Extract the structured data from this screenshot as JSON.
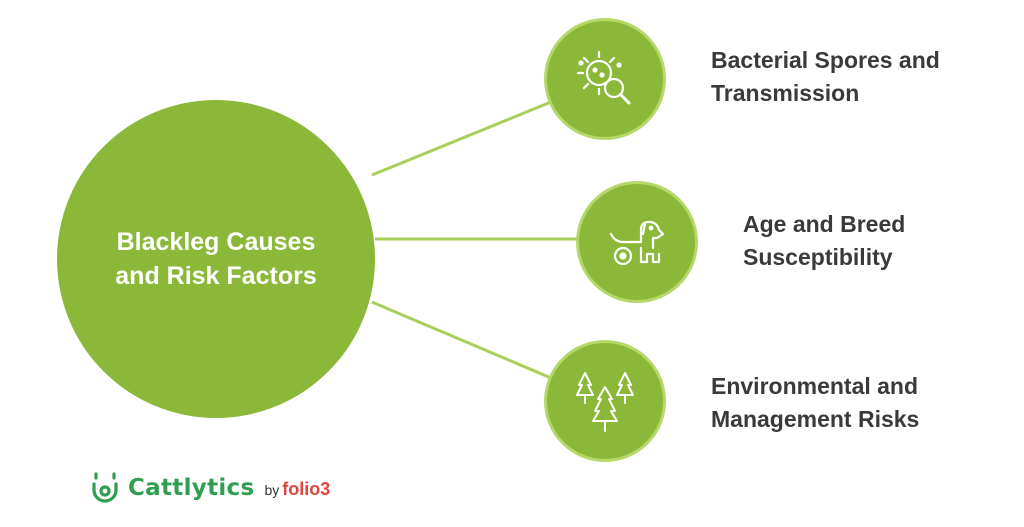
{
  "hub": {
    "title": "Blackleg Causes\nand Risk Factors"
  },
  "nodes": [
    {
      "label": "Bacterial Spores and\nTransmission",
      "icon": "bacteria-magnifier-icon"
    },
    {
      "label": "Age and Breed\nSusceptibility",
      "icon": "dog-pull-toy-icon"
    },
    {
      "label": "Environmental and\nManagement Risks",
      "icon": "pine-trees-icon"
    }
  ],
  "brand": {
    "name": "Cattlytics",
    "by": "by",
    "partner": "folio3"
  },
  "colors": {
    "primary": "#8cb83a",
    "ring": "#b6d86a",
    "label": "#3a3a3a",
    "brand_green": "#2f9e52",
    "brand_red": "#e0453c"
  }
}
